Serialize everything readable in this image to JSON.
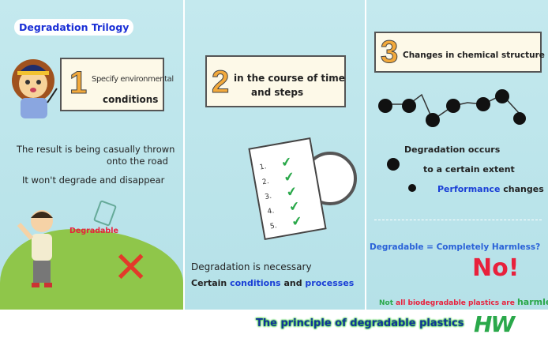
{
  "panel1": {
    "title": "Degradation Trilogy",
    "step_number": "1",
    "step_line1": "Specify environmental",
    "step_line2": "conditions",
    "text1_line1": "The result is being casually thrown",
    "text1_line2": "onto the road",
    "text2": "It won't degrade and disappear",
    "cup_label": "Degradable",
    "cross_icon": "red-x-icon"
  },
  "panel2": {
    "step_number": "2",
    "step_line1": "in the course of time",
    "step_line2": "and steps",
    "checklist": [
      "1.",
      "2.",
      "3.",
      "4.",
      "5."
    ],
    "text1": "Degradation is necessary",
    "text2_a": "Certain ",
    "text2_b": "conditions",
    "text2_c": " and ",
    "text2_d": "processes"
  },
  "panel3": {
    "step_number": "3",
    "step_line1": "Changes in chemical structure",
    "text1": "Degradation occurs",
    "text2": "to a certain extent",
    "text3_a": "Performance",
    "text3_b": " changes",
    "question": "Degradable = Completely Harmless?",
    "answer": "No!",
    "note_a": "Not ",
    "note_b": "all biodegradable plastics are ",
    "note_c": "harmless."
  },
  "footer": {
    "title": "The principle of degradable plastics",
    "logo": "HW"
  },
  "colors": {
    "blue": "#1a3fd6",
    "red": "#e8213c",
    "green": "#2aa84a",
    "panel": "#c4e9ee"
  }
}
